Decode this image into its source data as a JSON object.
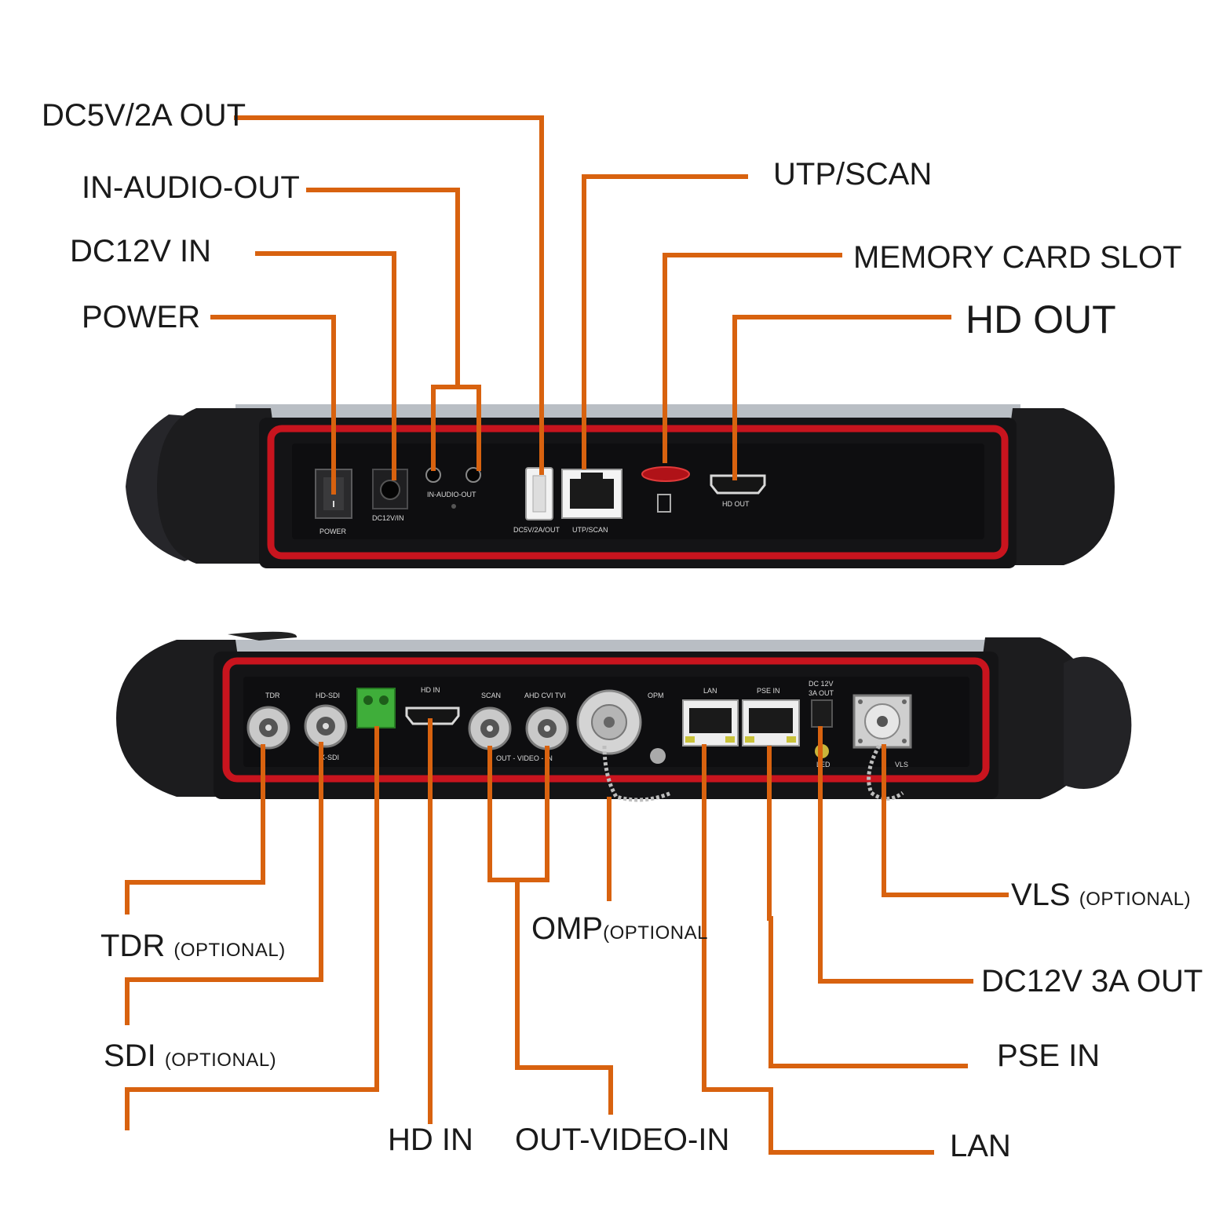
{
  "colors": {
    "leader": "#d8620f",
    "housing": "#111214",
    "bumper": "#1c1c1e",
    "trim": "#c8141e",
    "silkscreen": "#dcdcdc"
  },
  "top_labels": {
    "dc5v": "DC5V/2A OUT",
    "audio": "IN-AUDIO-OUT",
    "dc12v_in": "DC12V IN",
    "power": "POWER",
    "utp": "UTP/SCAN",
    "memory": "MEMORY CARD SLOT",
    "hd_out": "HD OUT"
  },
  "bottom_labels": {
    "tdr": "TDR",
    "tdr_opt": "(OPTIONAL)",
    "sdi": "SDI",
    "sdi_opt": "(OPTIONAL)",
    "hd_in": "HD IN",
    "video": "OUT-VIDEO-IN",
    "omp": "OMP",
    "omp_opt": "(OPTIONAL",
    "vls": "VLS",
    "vls_opt": "(OPTIONAL)",
    "dc12v_out": "DC12V 3A OUT",
    "pse": "PSE IN",
    "lan": "LAN"
  },
  "silk_top": {
    "power": "POWER",
    "dc12v": "DC12V/IN",
    "audio": "IN-AUDIO-OUT",
    "usb": "DC5V/2A/OUT",
    "utp": "UTP/SCAN",
    "hd": "HD OUT"
  },
  "silk_bottom": {
    "tdr": "TDR",
    "hdsdi": "HD-SDI",
    "sdi": "X-SDI",
    "hdin": "HD IN",
    "scan": "SCAN",
    "ahd": "AHD CVI TVI",
    "video": "OUT - VIDEO - IN",
    "opm": "OPM",
    "lan": "LAN",
    "pse": "PSE IN",
    "dc1": "DC 12V",
    "dc2": "3A OUT",
    "led": "LED",
    "vls": "VLS"
  }
}
